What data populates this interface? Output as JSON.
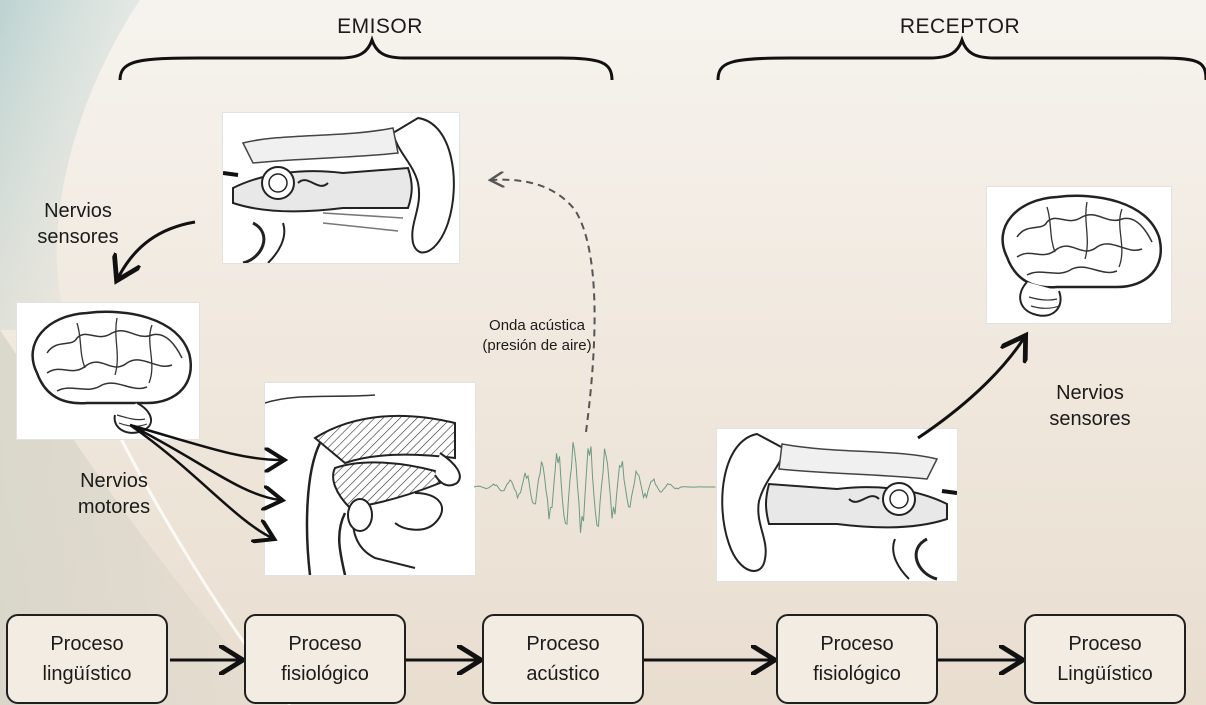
{
  "headers": {
    "emisor": "EMISOR",
    "receptor": "RECEPTOR"
  },
  "labels": {
    "nervios_sensores_left_1": "Nervios",
    "nervios_sensores_left_2": "sensores",
    "nervios_motores_1": "Nervios",
    "nervios_motores_2": "motores",
    "onda_1": "Onda acústica",
    "onda_2": "(presión de aire)",
    "nervios_sensores_right_1": "Nervios",
    "nervios_sensores_right_2": "sensores"
  },
  "process_boxes": [
    {
      "line1": "Proceso",
      "line2": "lingüístico"
    },
    {
      "line1": "Proceso",
      "line2": "fisiológico"
    },
    {
      "line1": "Proceso",
      "line2": "acústico"
    },
    {
      "line1": "Proceso",
      "line2": "fisiológico"
    },
    {
      "line1": "Proceso",
      "line2": "Lingüístico"
    }
  ],
  "icons": {
    "brain": "brain-icon",
    "ear": "ear-icon",
    "vocal_tract": "vocal-tract-icon",
    "sound_wave": "sound-wave-icon"
  },
  "colors": {
    "text": "#1b1b1b",
    "stroke": "#1f1f1f",
    "background": "#f3ece2",
    "wave": "#6b9a86"
  }
}
